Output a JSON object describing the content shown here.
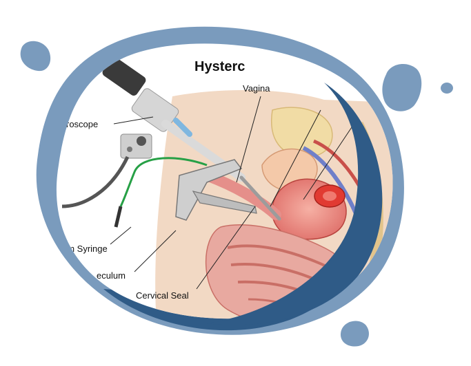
{
  "colors": {
    "blob_light": "#7a9bbd",
    "blob_dark": "#2f5b87",
    "skin": "#f2d9c4",
    "tissue_pink": "#e98c8a",
    "tissue_red": "#d8403c",
    "bone": "#f1dca5",
    "vessel_blue": "#6f7fc9"
  },
  "diagram": {
    "title": "Hysterc",
    "labels": {
      "vagina": "Vagina",
      "scope": "roscope",
      "syringe": "um Syringe",
      "speculum": "eculum",
      "cervical_seal": "Cervical Seal"
    }
  }
}
